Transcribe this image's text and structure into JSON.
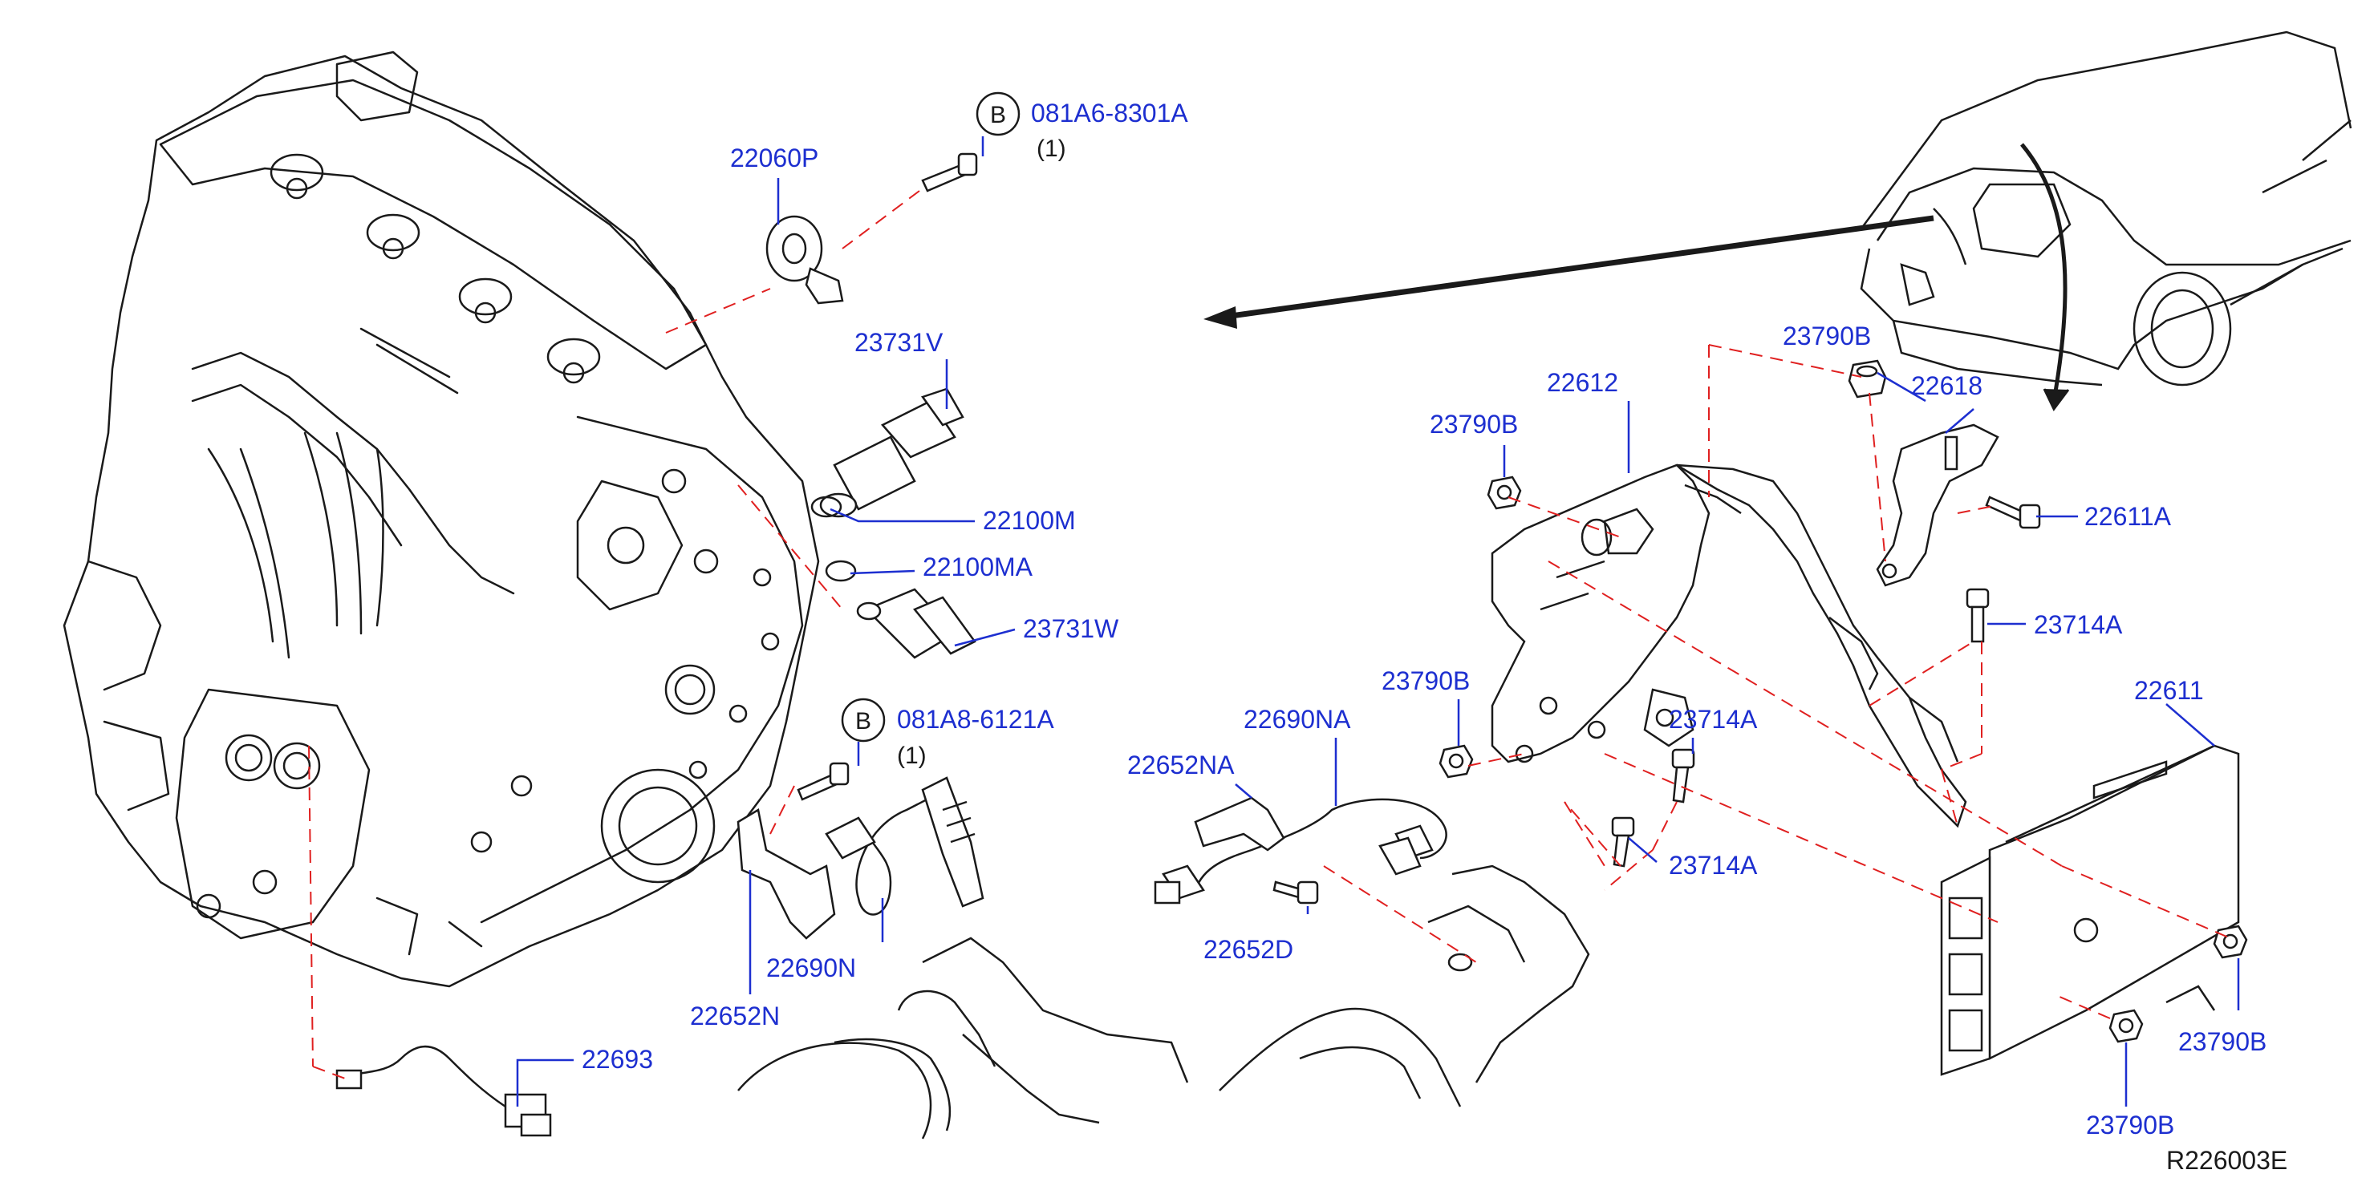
{
  "colors": {
    "line": "#1a1a1a",
    "label": "#1d2fd0",
    "leader": "#1d2fd0",
    "dashed": "#e02020",
    "background": "#ffffff"
  },
  "labels": {
    "p22060P": "22060P",
    "p081A6": "081A6-8301A",
    "qty1a": "(1)",
    "p23731V": "23731V",
    "p22100M": "22100M",
    "p22100MA": "22100MA",
    "p23731W": "23731W",
    "p081A8": "081A8-6121A",
    "qty1b": "(1)",
    "p22652NA": "22652NA",
    "p22690NA": "22690NA",
    "p22652D": "22652D",
    "p22690N": "22690N",
    "p22652N": "22652N",
    "p22693": "22693",
    "p23790B_top": "23790B",
    "p22612": "22612",
    "p23790B_right": "23790B",
    "p22618": "22618",
    "p22611A": "22611A",
    "p23714A_1": "23714A",
    "p23790B_mid": "23790B",
    "p23714A_2": "23714A",
    "p23714A_3": "23714A",
    "p22611": "22611",
    "p23790B_br1": "23790B",
    "p23790B_br2": "23790B",
    "bolt_b1": "B",
    "bolt_b2": "B",
    "ref": "R226003E"
  },
  "icons": {
    "engine": "engine-block-icon",
    "car": "car-hood-open-icon",
    "ecm": "ecm-unit-icon",
    "bracket": "ecm-bracket-icon",
    "sensor": "sensor-icon"
  }
}
